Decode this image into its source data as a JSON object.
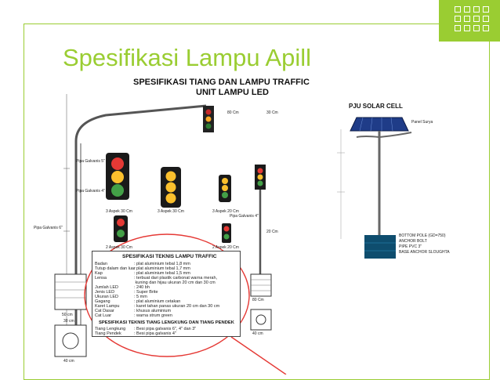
{
  "slide": {
    "title": "Spesifikasi Lampu Apill",
    "accent_color": "#9acd32"
  },
  "drawing": {
    "heading_line1": "SPESIFIKASI TIANG DAN LAMPU TRAFFIC",
    "heading_line2": "UNIT LAMPU LED",
    "pju_title": "PJU SOLAR CELL",
    "labels": {
      "pipa_galvanis_5": "Pipa Galvanis 5\"",
      "pipa_galvanis_4": "Pipa Galvanis 4\"",
      "pipa_galvanis_6": "Pipa Galvanis 6\"",
      "pipa_galvanis_4b": "Pipa Galvanis 4\"",
      "aspek_3_30": "3 Aspek 30 Cm",
      "aspek_3_20": "3 Aspek 20 Cm",
      "aspek_3_30b": "3 Aspek 30 Cm",
      "aspek_2_30": "2 Aspek 30 Cm",
      "aspek_2_20": "2 Aspek 20 Cm",
      "dim_80": "80 Cm",
      "dim_30": "30 Cm",
      "dim_50": "50 cm",
      "dim_30b": "30 cm",
      "dim_40": "40 cm",
      "dim_40b": "40 cm",
      "dim_80b": "80 Cm",
      "dim_20": "20 Cm",
      "panel_surya": "Panel Surya",
      "bottom_pole": "BOTTOM POLE (GD=750)",
      "anchor_bolt": "ANCHOR BOLT",
      "pipe_pvc": "PIPE PVC 3\"",
      "base_anchor": "BASE ANCHOR SLOUGHTA"
    }
  },
  "spec_lampu": {
    "title": "SPESIFIKASI TEKNIS LAMPU TRAFFIC",
    "rows": [
      {
        "key": "Badan",
        "value": ": plat aluminium tebal 1,8 mm"
      },
      {
        "key": "Tutup dalam dan luar",
        "value": ": plat aluminium tebal 1,7 mm"
      },
      {
        "key": "Kap",
        "value": ": plat aluminium tebal 1,5 mm"
      },
      {
        "key": "Lensa",
        "value": ": terbuat dari plastik carbonat warna merah,"
      },
      {
        "key": "",
        "value": "  kuning dan hijau ukuran 20 cm dan 30 cm"
      },
      {
        "key": "Jumlah LED",
        "value": ": 240 bh"
      },
      {
        "key": "Jenis LED",
        "value": ": Super Brite"
      },
      {
        "key": "Ukuran LED",
        "value": ": 5 mm"
      },
      {
        "key": "Gagang",
        "value": ": plat aluminium cetakan"
      },
      {
        "key": "Karet Lampu",
        "value": ": karet tahan panas ukuran 20 cm dan 30 cm"
      },
      {
        "key": "Cat Dasar",
        "value": ": khusus aluminium"
      },
      {
        "key": "Cat Luar",
        "value": ": warna strum green"
      }
    ]
  },
  "spec_tiang": {
    "title": "SPESIFIKASI TEKNIS TIANG LENGKUNG DAN TIANG PENDEK",
    "rows": [
      {
        "key": "Tiang Lengkung",
        "value": ": Besi pipa galvanis 6\", 4\" dan 3\""
      },
      {
        "key": "Tiang Pendek",
        "value": ": Besi pipa galvanis 4\""
      }
    ]
  }
}
